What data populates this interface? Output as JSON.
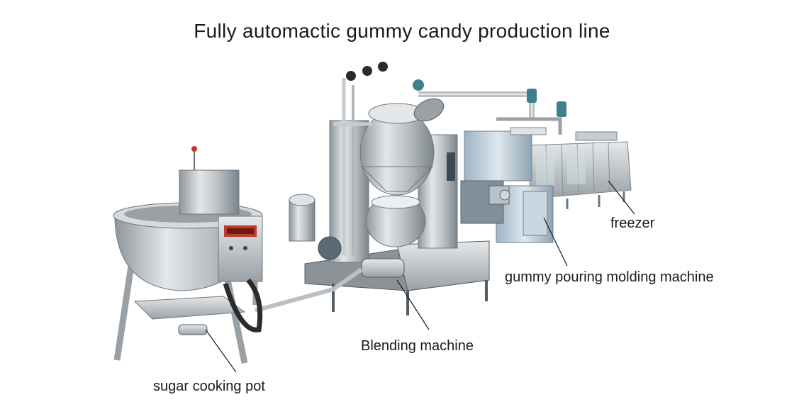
{
  "title": "Fully automactic gummy candy production line",
  "labels": {
    "freezer": "freezer",
    "molding": "gummy pouring molding machine",
    "blending": "Blending machine",
    "cooking_pot": "sugar cooking pot"
  },
  "colors": {
    "steel_light": "#d9dde0",
    "steel_mid": "#a9b0b5",
    "steel_dark": "#6f777c",
    "panel_red": "#c0392b",
    "hose": "#2b2b2b",
    "motor_teal": "#3f7f8c"
  }
}
